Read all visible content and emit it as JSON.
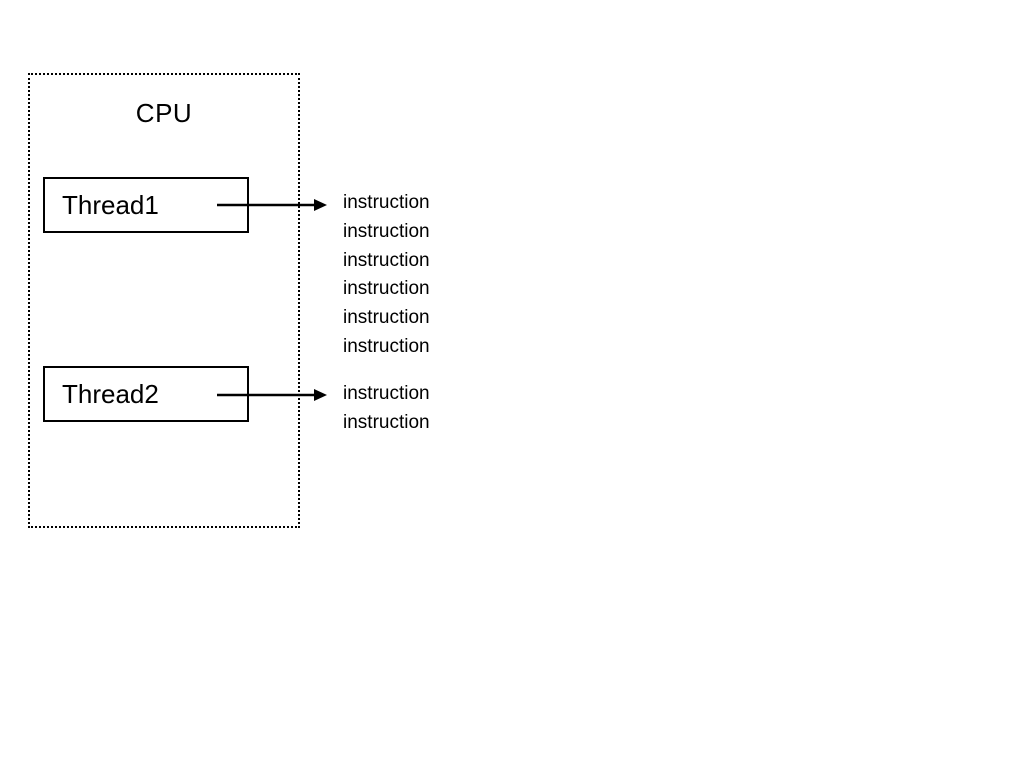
{
  "cpu": {
    "label": "CPU"
  },
  "threads": [
    {
      "label": "Thread1",
      "instructions": [
        "instruction",
        "instruction",
        "instruction",
        "instruction",
        "instruction",
        "instruction"
      ]
    },
    {
      "label": "Thread2",
      "instructions": [
        "instruction",
        "instruction"
      ]
    }
  ]
}
